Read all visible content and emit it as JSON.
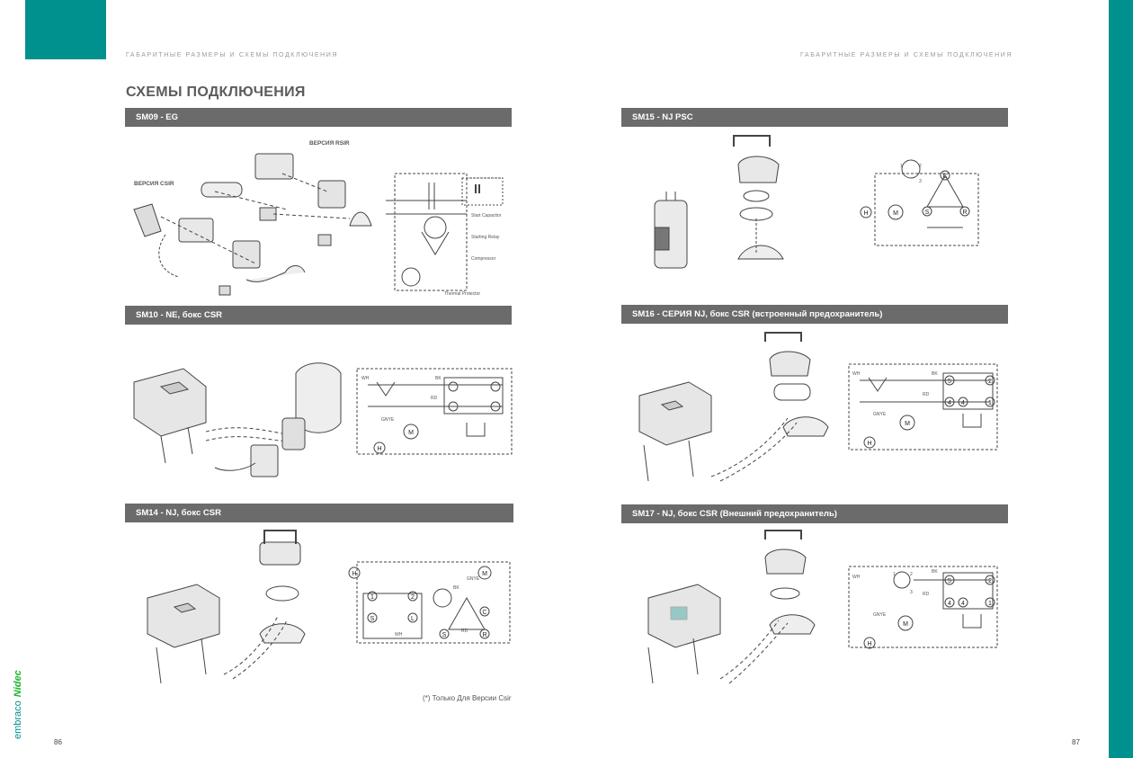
{
  "header": {
    "running_head_left": "ГАБАРИТНЫЕ РАЗМЕРЫ И СХЕМЫ ПОДКЛЮЧЕНИЯ",
    "running_head_right": "ГАБАРИТНЫЕ РАЗМЕРЫ И СХЕМЫ ПОДКЛЮЧЕНИЯ",
    "section_title": "СХЕМЫ ПОДКЛЮЧЕНИЯ"
  },
  "sections": {
    "sm09": {
      "title": "SM09 - EG",
      "label_rsir": "ВЕРСИЯ RSIR",
      "label_csir": "ВЕРСИЯ CSIR",
      "label_start_capacitor": "Start Capacitor",
      "label_starting_relay": "Starting Relay",
      "label_compressor": "Compressor",
      "label_thermal_protector": "Thermal Protector"
    },
    "sm10": {
      "title": "SM10 - NE, бокс CSR"
    },
    "sm14": {
      "title": "SM14 - NJ, бокс CSR"
    },
    "sm15": {
      "title": "SM15 - NJ PSC"
    },
    "sm16": {
      "title": "SM16 - СЕРИЯ NJ, бокс CSR (встроенный предохранитель)"
    },
    "sm17": {
      "title": "SM17 - NJ, бокс CSR (Внешний предохранитель)"
    }
  },
  "wire_labels": {
    "wh": "WH",
    "bk": "BK",
    "rd": "RD",
    "gnye": "GNYE",
    "m": "M",
    "h": "H",
    "c": "C",
    "s": "S",
    "r": "R",
    "l": "L",
    "n1": "1",
    "n2": "2",
    "n3": "3",
    "n4": "4",
    "n5": "5"
  },
  "footnote": "(*) Только Для Версии Csir",
  "page_numbers": {
    "left": "86",
    "right": "87"
  },
  "brand": {
    "embraco": "embraco",
    "nidec": "Nidec"
  },
  "colors": {
    "accent": "#00918e",
    "bar": "#6b6b6b",
    "nidec_green": "#1db32c"
  }
}
